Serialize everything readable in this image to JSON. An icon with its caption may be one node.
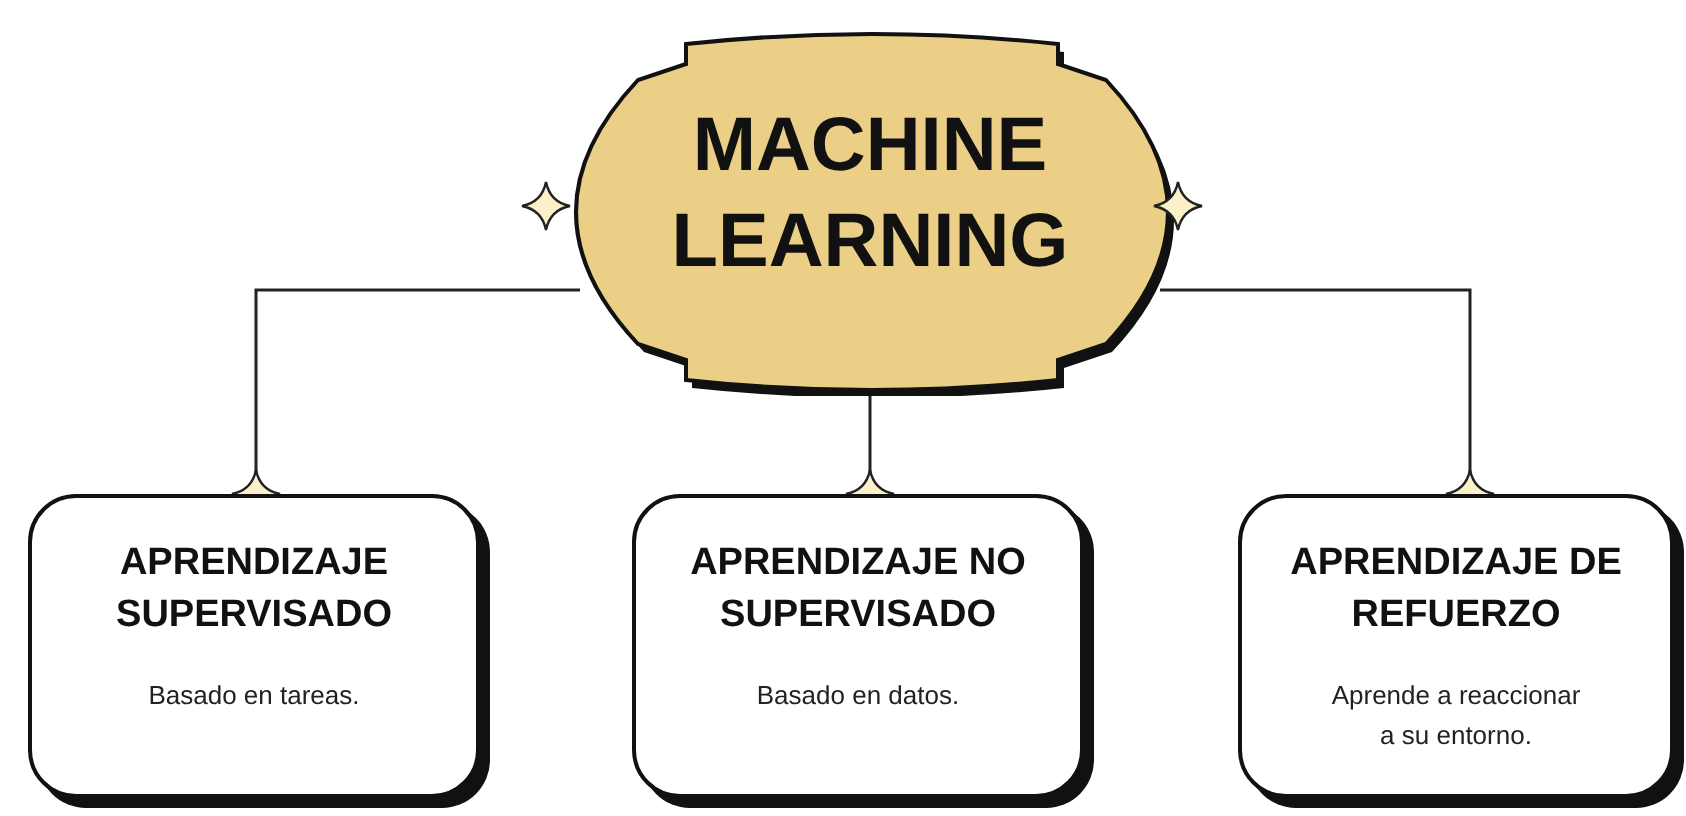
{
  "diagram": {
    "nodes": [
      {
        "text": [
          "MACHINE LEARNING"
        ]
      },
      {
        "text": [
          "APRENDIZAJE SUPERVISADO",
          "Basado en tareas."
        ]
      },
      {
        "text": [
          "APRENDIZAJE NO SUPERVISADO",
          "Basado en datos."
        ]
      },
      {
        "text": [
          "APRENDIZAJE DE REFUERZO",
          "Aprende a reaccionar a su entorno."
        ]
      }
    ],
    "edges": [
      {
        "from": 0,
        "to": 1,
        "arrow": "other"
      },
      {
        "from": 0,
        "to": 2,
        "arrow": "other"
      },
      {
        "from": 0,
        "to": 3,
        "arrow": "other"
      }
    ]
  }
}
